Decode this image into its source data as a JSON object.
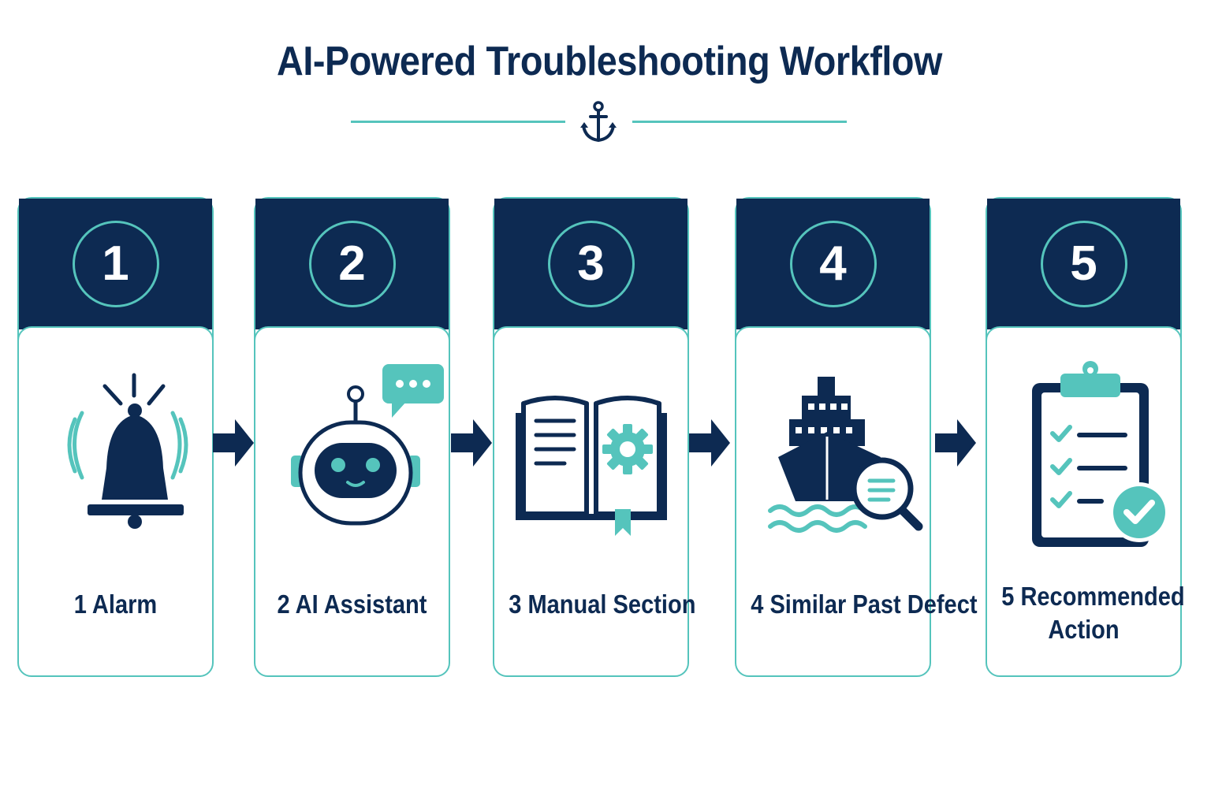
{
  "title": "AI-Powered Troubleshooting Workflow",
  "divider_icon": "anchor-icon",
  "colors": {
    "navy": "#0d2a52",
    "teal": "#55c4bc",
    "background": "#ffffff"
  },
  "steps": [
    {
      "number": "1",
      "label": "1 Alarm",
      "icon": "alarm-bell-icon"
    },
    {
      "number": "2",
      "label": "2 AI Assistant",
      "icon": "robot-chat-icon"
    },
    {
      "number": "3",
      "label": "3 Manual Section",
      "icon": "manual-book-gear-icon"
    },
    {
      "number": "4",
      "label": "4 Similar Past Defect",
      "icon": "ship-search-icon"
    },
    {
      "number": "5",
      "label_line1": "5 Recommended",
      "label_line2": "Action",
      "icon": "checklist-clipboard-icon"
    }
  ],
  "connectors": [
    "arrow-right-icon",
    "arrow-right-icon",
    "arrow-right-icon",
    "arrow-right-icon"
  ]
}
